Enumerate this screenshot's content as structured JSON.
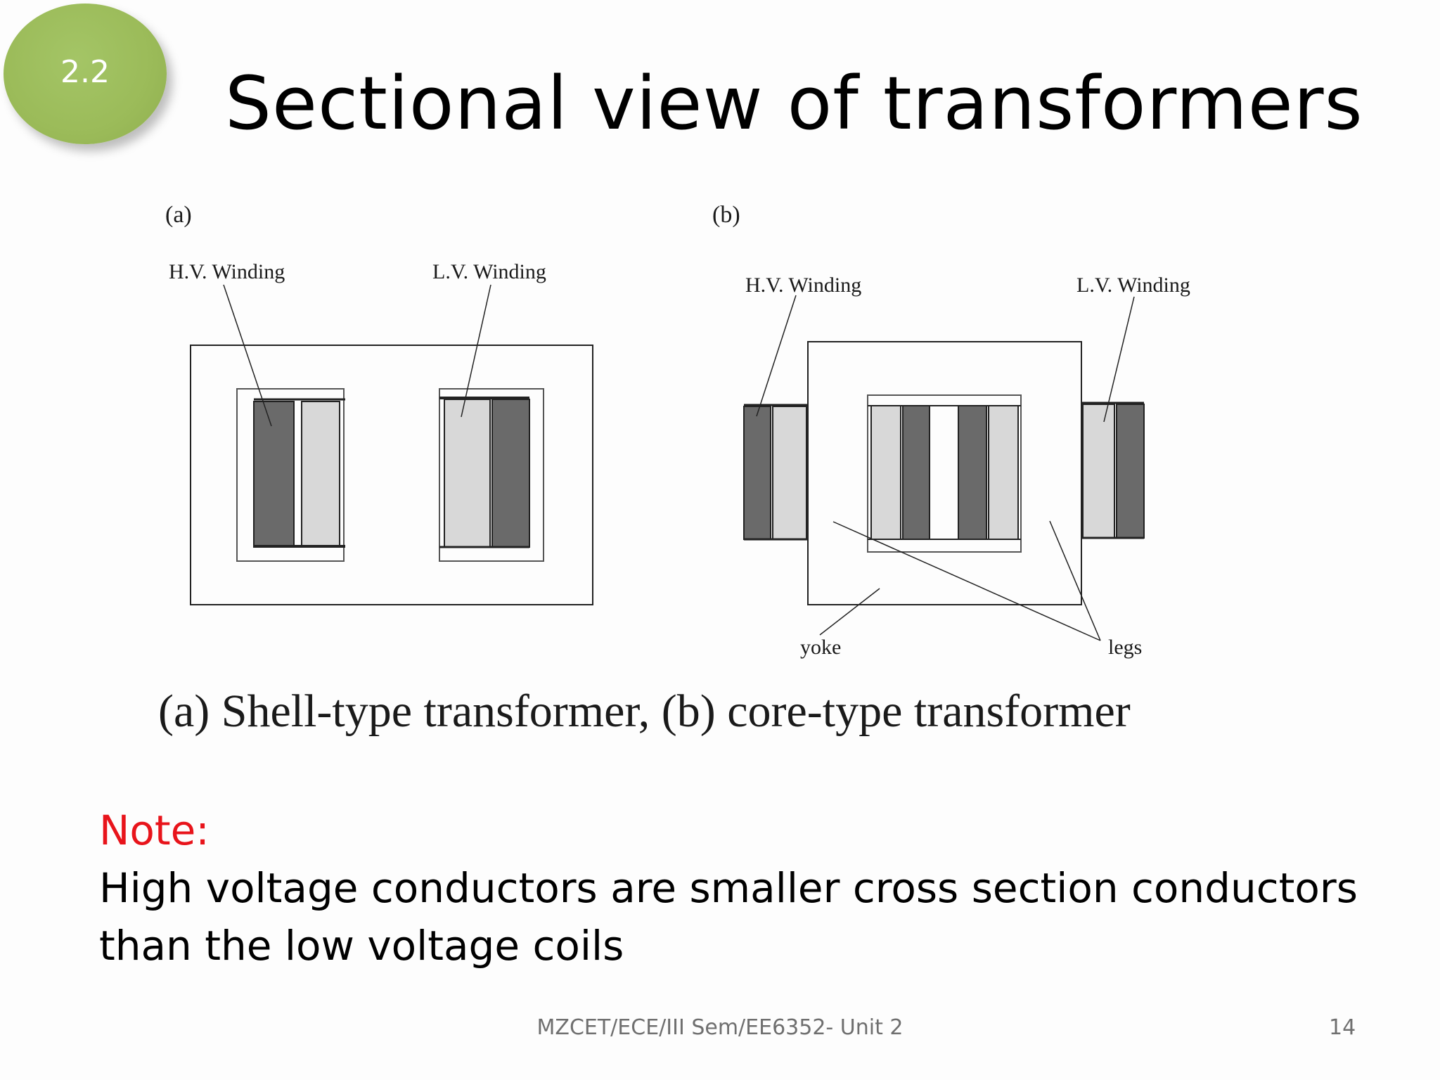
{
  "slide": {
    "section_number": "2.2",
    "title": "Sectional view of transformers"
  },
  "figure": {
    "panel_a_label": "(a)",
    "panel_b_label": "(b)",
    "a_hv_label": "H.V. Winding",
    "a_lv_label": "L.V. Winding",
    "b_hv_label": "H.V. Winding",
    "b_lv_label": "L.V. Winding",
    "yoke_label": "yoke",
    "legs_label": "legs",
    "caption": "(a) Shell-type transformer, (b) core-type transformer",
    "colors": {
      "hv_fill": "#6a6a6a",
      "lv_fill": "#d8d8d8",
      "line": "#222222"
    }
  },
  "note": {
    "label": "Note:",
    "text": "High voltage conductors are smaller cross section conductors than the low voltage coils"
  },
  "footer": {
    "course": "MZCET/ECE/III Sem/EE6352- Unit 2",
    "page": "14"
  }
}
